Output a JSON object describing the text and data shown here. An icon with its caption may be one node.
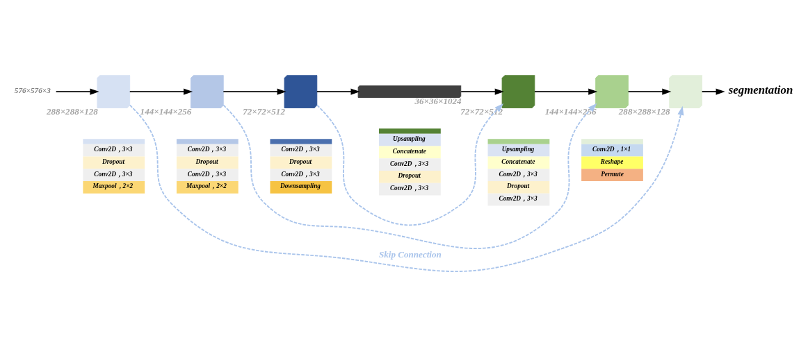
{
  "diagram": {
    "nodes": [
      {
        "text": [
          "576×576×3"
        ]
      },
      {
        "text": [],
        "shape": "box",
        "beside": [
          "288×288×128"
        ]
      },
      {
        "text": [
          "Conv2D，3×3",
          "Dropout",
          "Conv2D，3×3",
          "Maxpool，2×2"
        ]
      },
      {
        "text": [],
        "shape": "box",
        "beside": [
          "144×144×256"
        ]
      },
      {
        "text": [
          "Conv2D，3×3",
          "Dropout",
          "Conv2D，3×3",
          "Maxpool，2×2"
        ]
      },
      {
        "text": [],
        "shape": "box",
        "beside": [
          "72×72×512"
        ]
      },
      {
        "text": [
          "Conv2D，3×3",
          "Dropout",
          "Conv2D，3×3",
          "Downsampling"
        ]
      },
      {
        "text": [],
        "shape": "box",
        "beside": [
          "36×36×1024"
        ]
      },
      {
        "text": [],
        "shape": "box",
        "beside": [
          "72×72×512"
        ]
      },
      {
        "text": [
          "Upsampling",
          "Concatenate",
          "Conv2D，3×3",
          "Dropout",
          "Conv2D，3×3"
        ]
      },
      {
        "text": [],
        "shape": "box",
        "beside": [
          "144×144×256"
        ]
      },
      {
        "text": [
          "Upsampling",
          "Concatenate",
          "Conv2D，3×3",
          "Dropout",
          "Conv2D，3×3"
        ]
      },
      {
        "text": [],
        "shape": "box",
        "beside": [
          "288×288×128"
        ]
      },
      {
        "text": [
          "Conv2D，1×1",
          "Reshape",
          "Permute"
        ]
      },
      {
        "text": [
          "segmentation"
        ]
      }
    ],
    "edges": [
      {
        "from": 0,
        "to": 1,
        "arrow": "to"
      },
      {
        "from": 1,
        "to": 3,
        "arrow": "to"
      },
      {
        "from": 3,
        "to": 5,
        "arrow": "to"
      },
      {
        "from": 5,
        "to": 7,
        "arrow": "to"
      },
      {
        "from": 7,
        "to": 8,
        "arrow": "to"
      },
      {
        "from": 8,
        "to": 10,
        "arrow": "to"
      },
      {
        "from": 10,
        "to": 12,
        "arrow": "to"
      },
      {
        "from": 12,
        "to": 14,
        "arrow": "to"
      },
      {
        "from": 1,
        "to": 12,
        "arrow": "to",
        "label": "Skip Connection",
        "style": "dashed",
        "color": "#a9c4eb"
      },
      {
        "from": 3,
        "to": 10,
        "arrow": "to",
        "style": "dashed",
        "color": "#a9c4eb"
      },
      {
        "from": 5,
        "to": 8,
        "arrow": "to",
        "style": "dashed",
        "color": "#a9c4eb"
      }
    ]
  }
}
